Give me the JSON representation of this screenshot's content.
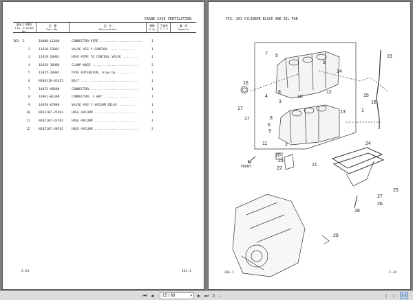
{
  "left_page": {
    "section_title": "CRANK CASE VENTILATION",
    "headers": {
      "index_jp": "図および番号",
      "index_en": "Fig. & Index No.",
      "part_jp": "品　番",
      "part_en": "Part No.",
      "desc_jp": "品　名",
      "desc_en": "Description",
      "qty_jp": "個数",
      "qty_en": "Q'ty",
      "itc_jp": "互換性",
      "itc_en": "I T C",
      "remarks_jp": "備　考",
      "remarks_en": "Remarks"
    },
    "rows": [
      {
        "index": "161- 1",
        "part": "14008-L1400",
        "desc": "CONNECTOR-PIPE ......................",
        "qty": "1"
      },
      {
        "index": "2",
        "part": "11810-53001",
        "desc": "VALVE ASS'Y-CONTROL ..............",
        "qty": "1"
      },
      {
        "index": "3",
        "part": "11828-20H01",
        "desc": "HOSE-PIPE TO CONTROL VALVE ........",
        "qty": "1"
      },
      {
        "index": "4",
        "part": "16439-10H00",
        "desc": "CLAMP-HOSE ........................",
        "qty": "2"
      },
      {
        "index": "5",
        "part": "11835-20H01",
        "desc": "PIPE-EXTENSION, blow by ..........",
        "qty": "1"
      },
      {
        "index": "6",
        "part": "NJ08110-81625",
        "desc": "BOLT ..............................",
        "qty": "1"
      },
      {
        "index": "7",
        "part": "14075-A0600",
        "desc": "CONNECTOR..........................",
        "qty": "1"
      },
      {
        "index": "8",
        "part": "14961-W1300",
        "desc": "CONNECTOR- 3 WAY ..................",
        "qty": "1"
      },
      {
        "index": "9",
        "part": "14958-67800",
        "desc": "VALVE ASS'Y-VACUUM DELAY .........",
        "qty": "1"
      },
      {
        "index": "10",
        "part": "NJ02187-25501",
        "desc": "HOSE-VACUUM .......................",
        "qty": "1"
      },
      {
        "index": "11",
        "part": "NJ02187-33701",
        "desc": "HOSE-VACUUM .......................",
        "qty": "1"
      },
      {
        "index": "12",
        "part": "NJ02187-30701",
        "desc": "HOSE-VACUUM .......................",
        "qty": "2"
      }
    ],
    "footer_left": "2-24",
    "footer_right": "161-2"
  },
  "right_page": {
    "figure_title": "FIG. 201  CYLINDER BLOCK AND OIL PAN",
    "front_label": "FRONT",
    "callouts": [
      "1",
      "2",
      "3",
      "4",
      "5",
      "6",
      "7",
      "8",
      "8",
      "9",
      "9",
      "10",
      "11",
      "12",
      "13",
      "14",
      "15",
      "16",
      "17",
      "17",
      "18",
      "19",
      "20",
      "21",
      "22",
      "23",
      "24",
      "25",
      "26",
      "27",
      "28",
      "29"
    ],
    "footer_left": "201-1",
    "footer_right": "2-24"
  },
  "toolbar": {
    "page_indicator": "15 / 68",
    "first": "first-page-icon",
    "prev": "prev-page-icon",
    "next": "next-page-icon",
    "last": "last-page-icon"
  }
}
